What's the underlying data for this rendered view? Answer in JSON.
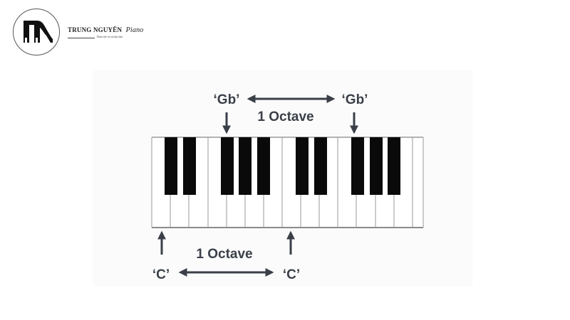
{
  "brand": {
    "name": "TRUNG NGUYÊN",
    "script": "Piano",
    "tagline": "Đam mê và sự tận tâm"
  },
  "diagram": {
    "top_note_left": "‘Gb’",
    "top_note_right": "‘Gb’",
    "top_interval": "1 Octave",
    "bottom_note_left": "‘C’",
    "bottom_note_right": "‘C’",
    "bottom_interval": "1 Octave",
    "colors": {
      "arrow": "#3a3f48",
      "black_key": "#0a0a0a",
      "key_outline": "#9a9a9a"
    }
  }
}
